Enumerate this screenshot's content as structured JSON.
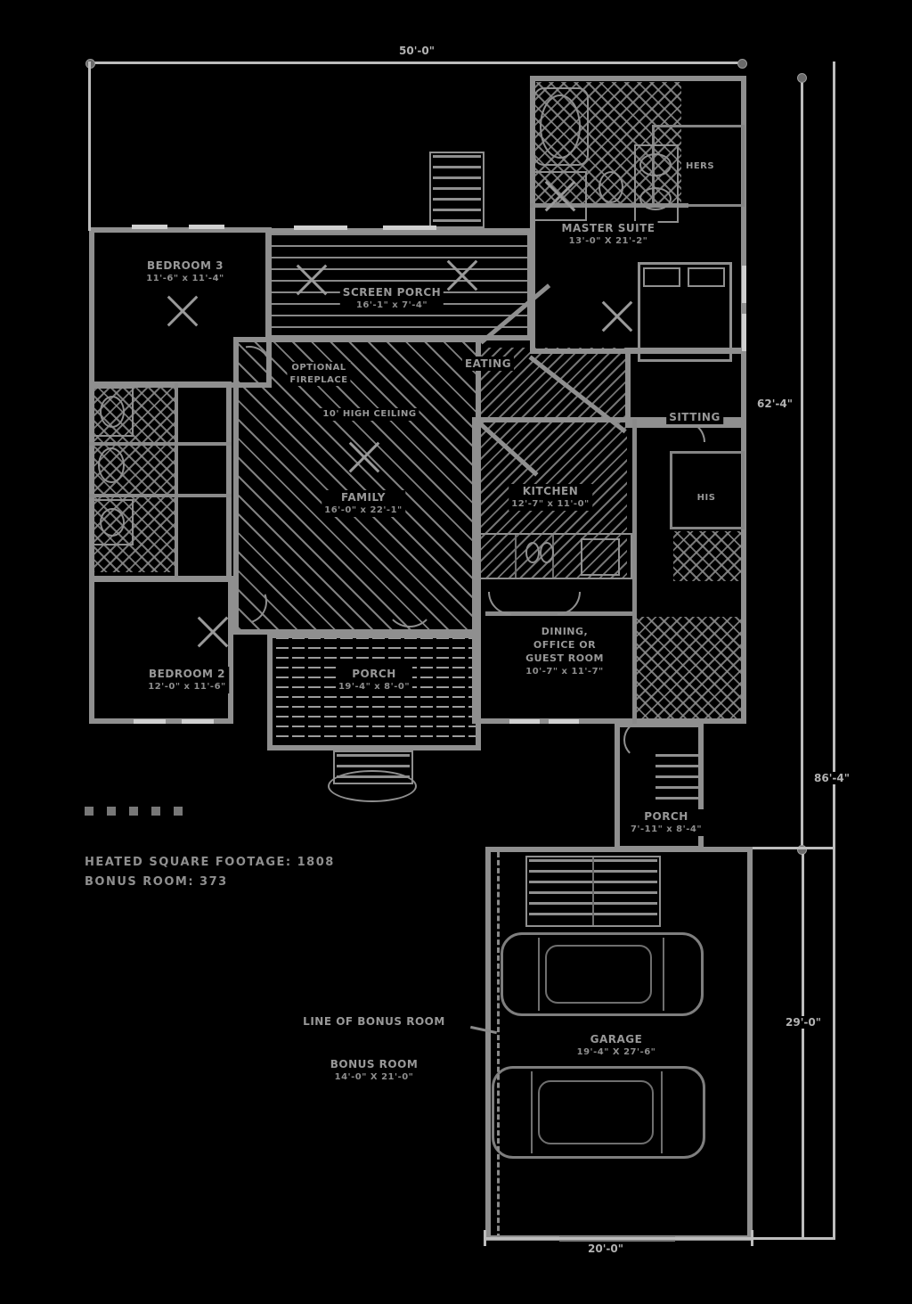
{
  "colors": {
    "background": "#000000",
    "wall": "#8f8f8f",
    "hatch": "#969696",
    "text": "#989898",
    "dimension": "#b2b2b2"
  },
  "dimensions": {
    "top_width": "50'-0\"",
    "main_depth": "62'-4\"",
    "overall_depth": "86'-4\"",
    "garage_depth": "29'-0\"",
    "garage_width": "20'-0\""
  },
  "rooms": {
    "bedroom3": {
      "name": "BEDROOM 3",
      "size": "11'-6\" x 11'-4\""
    },
    "screen_porch": {
      "name": "SCREEN PORCH",
      "size": "16'-1\" x 7'-4\""
    },
    "master_suite": {
      "name": "MASTER SUITE",
      "size": "13'-0\" X 21'-2\""
    },
    "hers_closet": {
      "name": "HERS"
    },
    "his_closet": {
      "name": "HIS"
    },
    "sitting": {
      "name": "SITTING"
    },
    "eating": {
      "name": "EATING"
    },
    "fireplace": {
      "line1": "OPTIONAL",
      "line2": "FIREPLACE"
    },
    "ceiling_note": "10' HIGH CEILING",
    "family": {
      "name": "FAMILY",
      "size": "16'-0\" x 22'-1\""
    },
    "kitchen": {
      "name": "KITCHEN",
      "size": "12'-7\" x 11'-0\""
    },
    "bedroom2": {
      "name": "BEDROOM 2",
      "size": "12'-0\" x 11'-6\""
    },
    "front_porch": {
      "name": "PORCH",
      "size": "19'-4\" x 8'-0\""
    },
    "dining": {
      "line1": "DINING,",
      "line2": "OFFICE OR",
      "line3": "GUEST ROOM",
      "size": "10'-7\" x 11'-7\""
    },
    "rear_porch": {
      "name": "PORCH",
      "size": "7'-11\" x 8'-4\""
    },
    "garage": {
      "name": "GARAGE",
      "size": "19'-4\" X 27'-6\""
    },
    "bonus_room": {
      "name": "BONUS ROOM",
      "size": "14'-0\" X 21'-0\"",
      "boundary_label": "LINE OF BONUS ROOM"
    }
  },
  "notes": {
    "heated_area": "HEATED SQUARE FOOTAGE: 1808",
    "bonus_area": "BONUS ROOM: 373"
  }
}
